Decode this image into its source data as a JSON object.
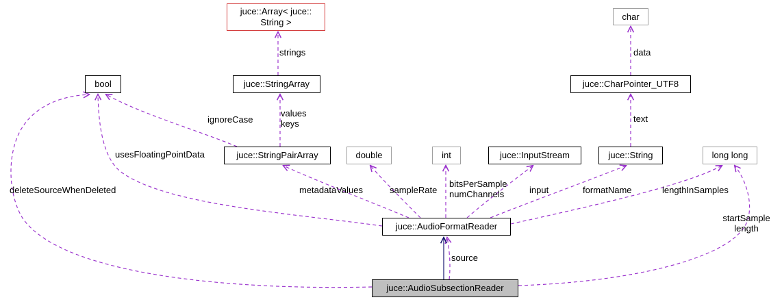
{
  "diagram_type": "doxygen-collaboration-graph",
  "nodes": {
    "array_string": {
      "label": "juce::Array< juce::\nString >",
      "style": "truncated"
    },
    "char_t": {
      "label": "char",
      "style": "external"
    },
    "bool_t": {
      "label": "bool",
      "style": "normal"
    },
    "string_array": {
      "label": "juce::StringArray",
      "style": "normal"
    },
    "char_pointer_utf8": {
      "label": "juce::CharPointer_UTF8",
      "style": "normal"
    },
    "string_pair_array": {
      "label": "juce::StringPairArray",
      "style": "normal"
    },
    "double_t": {
      "label": "double",
      "style": "external"
    },
    "int_t": {
      "label": "int",
      "style": "external"
    },
    "input_stream": {
      "label": "juce::InputStream",
      "style": "normal"
    },
    "string_t": {
      "label": "juce::String",
      "style": "normal"
    },
    "long_long_t": {
      "label": "long long",
      "style": "external"
    },
    "audio_format_reader": {
      "label": "juce::AudioFormatReader",
      "style": "normal"
    },
    "audio_subsection_reader": {
      "label": "juce::AudioSubsectionReader",
      "style": "selected"
    }
  },
  "edges": [
    {
      "from": "juce::StringArray",
      "to": "juce::Array< juce::String >",
      "label": "strings",
      "style": "dashed"
    },
    {
      "from": "juce::StringPairArray",
      "to": "bool",
      "label": "ignoreCase",
      "style": "dashed"
    },
    {
      "from": "juce::StringPairArray",
      "to": "juce::StringArray",
      "label": "values\nkeys",
      "style": "dashed"
    },
    {
      "from": "juce::CharPointer_UTF8",
      "to": "char",
      "label": "data",
      "style": "dashed"
    },
    {
      "from": "juce::String",
      "to": "juce::CharPointer_UTF8",
      "label": "text",
      "style": "dashed"
    },
    {
      "from": "juce::AudioFormatReader",
      "to": "bool",
      "label": "usesFloatingPointData",
      "style": "dashed"
    },
    {
      "from": "juce::AudioSubsectionReader",
      "to": "bool",
      "label": "deleteSourceWhenDeleted",
      "style": "dashed"
    },
    {
      "from": "juce::AudioFormatReader",
      "to": "juce::StringPairArray",
      "label": "metadataValues",
      "style": "dashed"
    },
    {
      "from": "juce::AudioFormatReader",
      "to": "double",
      "label": "sampleRate",
      "style": "dashed"
    },
    {
      "from": "juce::AudioFormatReader",
      "to": "int",
      "label": "bitsPerSample\nnumChannels",
      "style": "dashed"
    },
    {
      "from": "juce::AudioFormatReader",
      "to": "juce::InputStream",
      "label": "input",
      "style": "dashed"
    },
    {
      "from": "juce::AudioFormatReader",
      "to": "juce::String",
      "label": "formatName",
      "style": "dashed"
    },
    {
      "from": "juce::AudioFormatReader",
      "to": "long long",
      "label": "lengthInSamples",
      "style": "dashed"
    },
    {
      "from": "juce::AudioSubsectionReader",
      "to": "long long",
      "label": "startSample\nlength",
      "style": "dashed"
    },
    {
      "from": "juce::AudioSubsectionReader",
      "to": "juce::AudioFormatReader",
      "label": "source",
      "style": "dashed"
    },
    {
      "from": "juce::AudioSubsectionReader",
      "to": "juce::AudioFormatReader",
      "label": "",
      "style": "solid-inheritance"
    }
  ],
  "colors": {
    "usage_edge": "#9a32cd",
    "inheritance_edge": "#191970",
    "node_border": "#000000",
    "external_node_border": "#9f9f9f",
    "truncated_node_border": "#d43d3d",
    "selected_node_fill": "#bfbfbf",
    "node_fill": "#ffffff"
  }
}
